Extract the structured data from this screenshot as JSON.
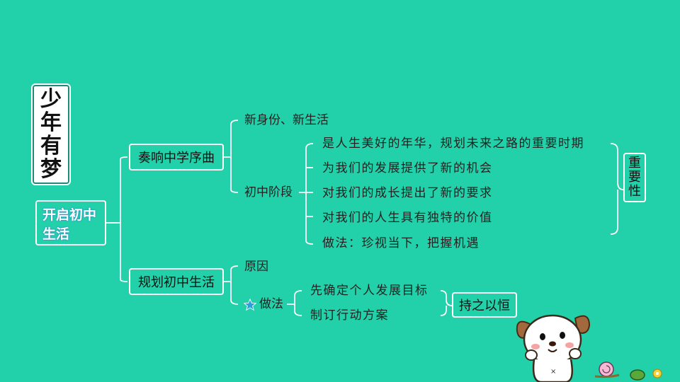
{
  "title": [
    "少",
    "年",
    "有",
    "梦"
  ],
  "root": {
    "lines": [
      "开启初中",
      "生活"
    ]
  },
  "branch1": {
    "label": "奏响中学序曲",
    "items": {
      "identity": "新身份、新生活",
      "stage": "初中阶段"
    },
    "stage_points": [
      "是人生美好的年华，规划未来之路的重要时期",
      "为我们的发展提供了新的机会",
      "对我们的成长提出了新的要求",
      "对我们的人生具有独特的价值",
      "做法：珍视当下，把握机遇"
    ],
    "summary": [
      "重",
      "要",
      "性"
    ]
  },
  "branch2": {
    "label": "规划初中生活",
    "reason": "原因",
    "method": "做法",
    "method_points": [
      "先确定个人发展目标",
      "制订行动方案"
    ],
    "summary": "持之以恒"
  },
  "colors": {
    "background": "#22d1a9",
    "line": "#ffffff",
    "star": "#2a9ee0"
  }
}
